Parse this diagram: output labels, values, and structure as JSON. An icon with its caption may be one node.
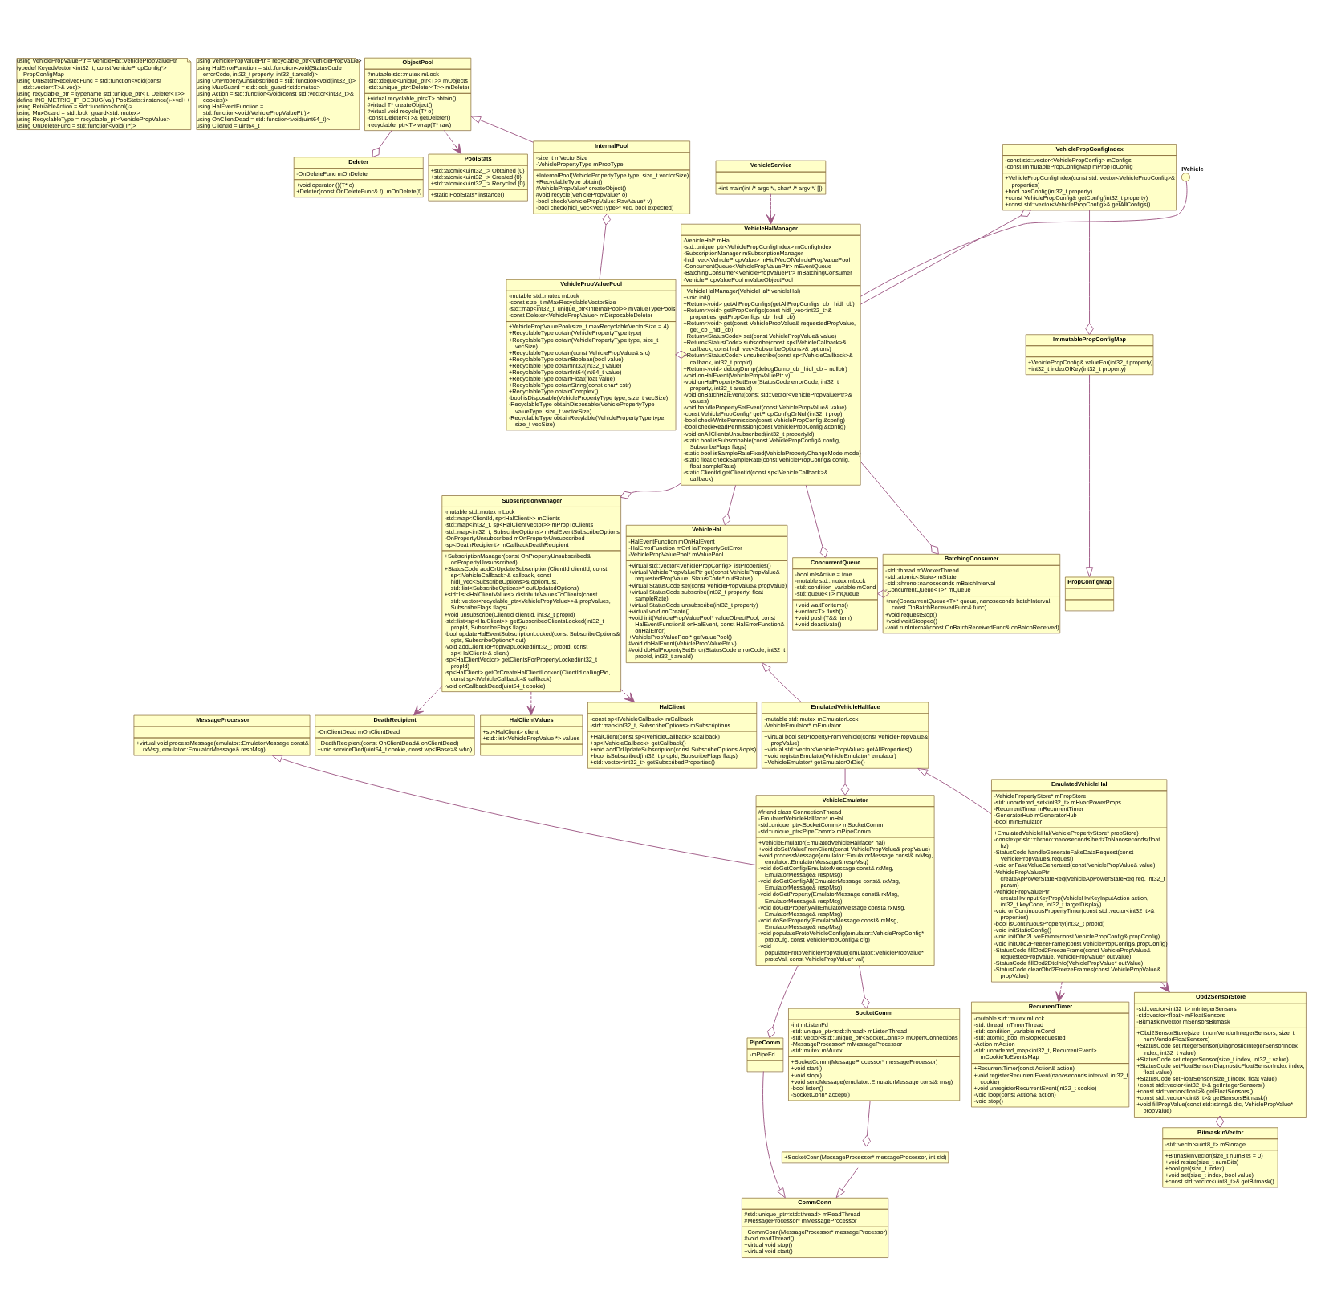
{
  "diagram": {
    "nodes": [
      {
        "text": [
          "using VehiclePropValuePtr = VehicleHal::VehiclePropValuePtr",
          "typedef KeyedVector <int32_t, const VehiclePropConfig*> PropConfigMap",
          "using OnBatchReceivedFunc = std::function<void(const std::vector<T>& vec)>",
          "using recyclable_ptr = typename std::unique_ptr<T, Deleter<T>>",
          "define INC_METRIC_IF_DEBUG(val) PoolStats::instance()->val++",
          "using RetriableAction = std::function<bool()>",
          "using MuxGuard = std::lock_guard<std::mutex>",
          "using RecyclableType = recyclable_ptr<VehiclePropValue>",
          "using OnDeleteFunc = std::function<void(T*)>"
        ]
      },
      {
        "text": [
          "using VehiclePropValuePtr = recyclable_ptr<VehiclePropValue>",
          "using HalErrorFunction = std::function<void(StatusCode errorCode, int32_t property, int32_t areaId)>",
          "using OnPropertyUnsubscribed = std::function<void(int32_t)>",
          "using MuxGuard = std::lock_guard<std::mutex>",
          "using Action = std::function<void(const std::vector<int32_t>& cookies)>",
          "using HalEventFunction = std::function<void(VehiclePropValuePtr)>",
          "using OnClientDead = std::function<void(uint64_t)>",
          "using ClientId = uint64_t"
        ]
      },
      {
        "text": [
          "ObjectPool",
          "#mutable std::mutex mLock",
          "-std::deque<unique_ptr<T>> mObjects",
          "-std::unique_ptr<Deleter<T>> mDeleter",
          "+virtual recyclable_ptr<T> obtain()",
          "#virtual T* createObject()",
          "#virtual void recycle(T* o)",
          "-const Deleter<T>& getDeleter()",
          "-recyclable_ptr<T> wrap(T* raw)"
        ]
      },
      {
        "text": [
          "Deleter",
          "-OnDeleteFunc mOnDelete",
          "+void operator ()(T* o)",
          "+Deleter(const OnDeleteFunc& f): mOnDelete(f)"
        ]
      },
      {
        "text": [
          "VehicleService",
          "+int main(int /* argc */, char* /* argv */ [])"
        ]
      },
      {
        "text": [
          "IVehicle"
        ]
      },
      {
        "text": [
          "VehiclePropConfigIndex",
          "-const std::vector<VehiclePropConfig> mConfigs",
          "-const ImmutablePropConfigMap mPropToConfig",
          "+VehiclePropConfigIndex(const std::vector<VehiclePropConfig>& properties)",
          "+bool hasConfig(int32_t property)",
          "+const VehiclePropConfig& getConfig(int32_t property)",
          "+const std::vector<VehiclePropConfig>& getAllConfigs()"
        ]
      },
      {
        "text": [
          "InternalPool",
          "-size_t mVectorSize",
          "-VehiclePropertyType mPropType",
          "+InternalPool(VehiclePropertyType type, size_t vectorSize)",
          "+RecyclableType obtain()",
          "#VehiclePropValue* createObject()",
          "#void recycle(VehiclePropValue* o)",
          "-bool check(VehiclePropValue::RawValue* v)",
          "-bool check(hidl_vec<VecType>* vec, bool expected)"
        ]
      },
      {
        "text": [
          "PoolStats",
          "+std::atomic<uint32_t> Obtained {0}",
          "+std::atomic<uint32_t> Created {0}",
          "+std::atomic<uint32_t> Recycled {0}",
          "+static PoolStats* instance()"
        ]
      },
      {
        "text": [
          "ImmutablePropConfigMap",
          "+VehiclePropConfig& valueFor(int32_t property)",
          "+int32_t indexOfKey(int32_t property)"
        ]
      },
      {
        "text": [
          "PropConfigMap"
        ]
      },
      {
        "text": [
          "VehicleHalManager",
          "-VehicleHal* mHal",
          "-std::unique_ptr<VehiclePropConfigIndex> mConfigIndex",
          "-SubscriptionManager mSubscriptionManager",
          "-hidl_vec<VehiclePropValue> mHidlVecOfVehiclePropValuePool",
          "-ConcurrentQueue<VehiclePropValuePtr> mEventQueue",
          "-BatchingConsumer<VehiclePropValuePtr> mBatchingConsumer",
          "-VehiclePropValuePool mValueObjectPool",
          "+VehicleHalManager(VehicleHal* vehicleHal)",
          "+void init()",
          "+Return<void> getAllPropConfigs(getAllPropConfigs_cb _hidl_cb)",
          "+Return<void> getPropConfigs(const hidl_vec<int32_t>& properties, getPropConfigs_cb _hidl_cb)",
          "+Return<void> get(const VehiclePropValue& requestedPropValue, get_cb _hidl_cb)",
          "+Return<StatusCode> set(const VehiclePropValue& value)",
          "+Return<StatusCode> subscribe(const sp<IVehicleCallback>& callback, const hidl_vec<SubscribeOptions>& options)",
          "+Return<StatusCode> unsubscribe(const sp<IVehicleCallback>& callback, int32_t propId)",
          "+Return<void> debugDump(debugDump_cb _hidl_cb = nullptr)",
          "-void onHalEvent(VehiclePropValuePtr v)",
          "-void onHalPropertySetError(StatusCode errorCode, int32_t property, int32_t areaId)",
          "-void onBatchHalEvent(const std::vector<VehiclePropValuePtr>& values)",
          "-void handlePropertySetEvent(const VehiclePropValue& value)",
          "-const VehiclePropConfig* getPropConfigOrNull(int32_t prop)",
          "-bool checkWritePermission(const VehiclePropConfig &config)",
          "-bool checkReadPermission(const VehiclePropConfig &config)",
          "-void onAllClientsUnsubscribed(int32_t propertyId)",
          "-static bool isSubscribable(const VehiclePropConfig& config, SubscribeFlags flags)",
          "-static bool isSampleRateFixed(VehiclePropertyChangeMode mode)",
          "-static float checkSampleRate(const VehiclePropConfig& config, float sampleRate)",
          "-static ClientId getClientId(const sp<IVehicleCallback>& callback)"
        ]
      },
      {
        "text": [
          "ConcurrentQueue",
          "-bool mIsActive = true",
          "-mutable std::mutex mLock",
          "-std::condition_variable mCond",
          "-std::queue<T> mQueue",
          "+void waitForItems()",
          "+vector<T> flush()",
          "+void push(T&& item)",
          "+void deactivate()"
        ]
      },
      {
        "text": [
          "VehiclePropValuePool",
          "-mutable std::mutex mLock",
          "-const size_t mMaxRecyclableVectorSize",
          "-std::map<int32_t, unique_ptr<InternalPool>> mValueTypePools",
          "-const Deleter<VehiclePropValue> mDisposableDeleter",
          "+VehiclePropValuePool(size_t maxRecyclableVectorSize = 4)",
          "+RecyclableType obtain(VehiclePropertyType type)",
          "+RecyclableType obtain(VehiclePropertyType type, size_t vecSize)",
          "+RecyclableType obtain(const VehiclePropValue& src)",
          "+RecyclableType obtainBoolean(bool value)",
          "+RecyclableType obtainInt32(int32_t value)",
          "+RecyclableType obtainInt64(int64_t value)",
          "+RecyclableType obtainFloat(float value)",
          "+RecyclableType obtainString(const char* cstr)",
          "+RecyclableType obtainComplex()",
          "-bool isDisposable(VehiclePropertyType type, size_t vecSize)",
          "-RecyclableType obtainDisposable(VehiclePropertyType valueType, size_t vectorSize)",
          "-RecyclableType obtainRecylable(VehiclePropertyType type, size_t vecSize)"
        ]
      },
      {
        "text": [
          "BatchingConsumer",
          "-std::thread mWorkerThread",
          "-std::atomic<State> mState",
          "-std::chrono::nanoseconds mBatchInterval",
          "-ConcurrentQueue<T>* mQueue",
          "+run(ConcurrentQueue<T>* queue, nanoseconds batchInterval, const OnBatchReceivedFunc& func)",
          "+void requestStop()",
          "+void waitStopped()",
          "-void runInternal(const OnBatchReceivedFunc& onBatchReceived)"
        ]
      },
      {
        "text": [
          "SubscriptionManager",
          "-mutable std::mutex mLock",
          "-std::map<ClientId, sp<HalClient>> mClients",
          "-std::map<int32_t, sp<HalClientVector>> mPropToClients",
          "-std::map<int32_t, SubscribeOptions> mHalEventSubscribeOptions",
          "-OnPropertyUnsubscribed mOnPropertyUnsubscribed",
          "-sp<DeathRecipient> mCallbackDeathRecipient",
          "+SubscriptionManager(const OnPropertyUnsubscribed& onPropertyUnsubscribed)",
          "+StatusCode addOrUpdateSubscription(ClientId clientId, const sp<IVehicleCallback>& callback, const hidl_vec<SubscribeOptions>& optionList, std::list<SubscribeOptions>* outUpdatedOptions)",
          "+std::list<HalClientValues> distributeValuesToClients(const std::vector<recyclable_ptr<VehiclePropValue>>& propValues, SubscribeFlags flags)",
          "+void unsubscribe(ClientId clientId, int32_t propId)",
          "-std::list<sp<HalClient>> getSubscribedClientsLocked(int32_t propId, SubscribeFlags flags)",
          "-bool updateHalEventSubscriptionLocked(const SubscribeOptions& opts, SubscribeOptions* out)",
          "-void addClientToPropMapLocked(int32_t propId, const sp<HalClient>& client)",
          "-sp<HalClientVector> getClientsForPropertyLocked(int32_t propId)",
          "-sp<HalClient> getOrCreateHalClientLocked(ClientId callingPid, const sp<IVehicleCallback>& callback)",
          "-void onCallbackDead(uint64_t cookie)"
        ]
      },
      {
        "text": [
          "VehicleHal",
          "-HalEventFunction mOnHalEvent",
          "-HalErrorFunction mOnHalPropertySetError",
          "-VehiclePropValuePool* mValuePool",
          "+virtual std::vector<VehiclePropConfig> listProperties()",
          "+virtual VehiclePropValuePtr get(const VehiclePropValue& requestedPropValue, StatusCode* outStatus)",
          "+virtual StatusCode set(const VehiclePropValue& propValue)",
          "+virtual StatusCode subscribe(int32_t property, float sampleRate)",
          "+virtual StatusCode unsubscribe(int32_t property)",
          "+virtual void onCreate()",
          "+void init(VehiclePropValuePool* valueObjectPool, const HalEventFunction& onHalEvent, const HalErrorFunction& onHalError)",
          "+VehiclePropValuePool* getValuePool()",
          "#void doHalEvent(VehiclePropValuePtr v)",
          "#void doHalPropertySetError(StatusCode errorCode, int32_t propId, int32_t areaId)"
        ]
      },
      {
        "text": [
          "DeathRecipient",
          "-OnClientDead mOnClientDead",
          "+DeathRecipient(const OnClientDead& onClientDead)",
          "+void serviceDied(uint64_t cookie, const wp<IBase>& who)"
        ]
      },
      {
        "text": [
          "HalClientValues",
          "+sp<HalClient> client",
          "+std::list<VehiclePropValue *> values"
        ]
      },
      {
        "text": [
          "HalClient",
          "-const sp<IVehicleCallback> mCallback",
          "-std::map<int32_t, SubscribeOptions> mSubscriptions",
          "+HalClient(const sp<IVehicleCallback> &callback)",
          "+sp<IVehicleCallback> getCallback()",
          "+void addOrUpdateSubscription(const SubscribeOptions &opts)",
          "+bool isSubscribed(int32_t propId, SubscribeFlags flags)",
          "+std::vector<int32_t> getSubscribedProperties()"
        ]
      },
      {
        "text": [
          "MessageProcessor",
          "+virtual void processMessage(emulator::EmulatorMessage const& rxMsg, emulator::EmulatorMessage& respMsg)"
        ]
      },
      {
        "text": [
          "EmulatedVehicleHalIface",
          "-mutable std::mutex mEmulatorLock",
          "-VehicleEmulator* mEmulator",
          "+virtual bool setPropertyFromVehicle(const VehiclePropValue& propValue)",
          "+virtual std::vector<VehiclePropValue> getAllProperties()",
          "+void registerEmulator(VehicleEmulator* emulator)",
          "+VehicleEmulator* getEmulatorOrDie()"
        ]
      },
      {
        "text": [
          "RecurrentTimer",
          "-mutable std::mutex mLock",
          "-std::thread mTimerThread",
          "-std::condition_variable mCond",
          "-std::atomic_bool mStopRequested",
          "-Action mAction",
          "-std::unordered_map<int32_t, RecurrentEvent> mCookieToEventsMap",
          "+RecurrentTimer(const Action& action)",
          "+void registerRecurrentEvent(nanoseconds interval, int32_t cookie)",
          "+void unregisterRecurrentEvent(int32_t cookie)",
          "-void loop(const Action& action)",
          "-void stop()"
        ]
      },
      {
        "text": [
          "EmulatedVehicleHal",
          "-VehiclePropertyStore* mPropStore",
          "-std::unordered_set<int32_t> mHvacPowerProps",
          "-RecurrentTimer mRecurrentTimer",
          "-GeneratorHub mGeneratorHub",
          "-bool mInEmulator",
          "+EmulatedVehicleHal(VehiclePropertyStore* propStore)",
          "-constexpr std::chrono::nanoseconds hertzToNanoseconds(float hz)",
          "-StatusCode handleGenerateFakeDataRequest(const VehiclePropValue& request)",
          "-void onFakeValueGenerated(const VehiclePropValue& value)",
          "-VehiclePropValuePtr createApPowerStateReq(VehicleApPowerStateReq req, int32_t param)",
          "-VehiclePropValuePtr createHwInputKeyProp(VehicleHwKeyInputAction action, int32_t keyCode, int32_t targetDisplay)",
          "-void onContinuousPropertyTimer(const std::vector<int32_t>& properties)",
          "-bool isContinuousProperty(int32_t propId)",
          "-void initStaticConfig()",
          "-void initObd2LiveFrame(const VehiclePropConfig& propConfig)",
          "-void initObd2FreezeFrame(const VehiclePropConfig& propConfig)",
          "-StatusCode fillObd2FreezeFrame(const VehiclePropValue& requestedPropValue, VehiclePropValue* outValue)",
          "-StatusCode fillObd2DtcInfo(VehiclePropValue* outValue)",
          "-StatusCode clearObd2FreezeFrames(const VehiclePropValue& propValue)"
        ]
      },
      {
        "text": [
          "VehicleEmulator",
          "#friend class ConnectionThread",
          "-EmulatedVehicleHalIface* mHal",
          "-std::unique_ptr<SocketComm> mSocketComm",
          "-std::unique_ptr<PipeComm> mPipeComm",
          "+VehicleEmulator(EmulatedVehicleHalIface* hal)",
          "+void doSetValueFromClient(const VehiclePropValue& propValue)",
          "+void processMessage(emulator::EmulatorMessage const& rxMsg, emulator::EmulatorMessage& respMsg)",
          "-void doGetConfig(EmulatorMessage const& rxMsg, EmulatorMessage& respMsg)",
          "-void doGetConfigAll(EmulatorMessage const& rxMsg, EmulatorMessage& respMsg)",
          "-void doGetProperty(EmulatorMessage const& rxMsg, EmulatorMessage& respMsg)",
          "-void doGetPropertyAll(EmulatorMessage const& rxMsg, EmulatorMessage& respMsg)",
          "-void doSetProperty(EmulatorMessage const& rxMsg, EmulatorMessage& respMsg)",
          "-void populateProtoVehicleConfig(emulator::VehiclePropConfig* protoCfg, const VehiclePropConfig& cfg)",
          "-void populateProtoVehiclePropValue(emulator::VehiclePropValue* protoVal, const VehiclePropValue* val)"
        ]
      },
      {
        "text": [
          "PipeComm",
          "-mPipeFd"
        ]
      },
      {
        "text": [
          "SocketComm",
          "-int mListenFd",
          "-std::unique_ptr<std::thread> mListenThread",
          "-std::vector<std::unique_ptr<SocketConn>> mOpenConnections",
          "-MessageProcessor* mMessageProcessor",
          "-std::mutex mMutex",
          "+SocketComm(MessageProcessor* messageProcessor)",
          "+void start()",
          "+void stop()",
          "+void sendMessage(emulator::EmulatorMessage const& msg)",
          "-bool listen()",
          "-SocketConn* accept()"
        ]
      },
      {
        "text": [
          "BitmaskInVector",
          "-std::vector<uint8_t> mStorage",
          "+BitmaskInVector(size_t numBits = 0)",
          "+void resize(size_t numBits)",
          "+bool get(size_t index)",
          "+void set(size_t index, bool value)",
          "+const std::vector<uint8_t>& getBitmask()"
        ]
      },
      {
        "text": [
          "Obd2SensorStore",
          "-std::vector<int32_t> mIntegerSensors",
          "-std::vector<float> mFloatSensors",
          "-BitmaskInVector mSensorsBitmask",
          "+Obd2SensorStore(size_t numVendorIntegerSensors, size_t numVendorFloatSensors)",
          "+StatusCode setIntegerSensor(DiagnosticIntegerSensorIndex index, int32_t value)",
          "+StatusCode setIntegerSensor(size_t index, int32_t value)",
          "+StatusCode setFloatSensor(DiagnosticFloatSensorIndex index, float value)",
          "+StatusCode setFloatSensor(size_t index, float value)",
          "+const std::vector<int32_t>& getIntegerSensors()",
          "+const std::vector<float>& getFloatSensors()",
          "+const std::vector<uint8_t>& getSensorsBitmask()",
          "+void fillPropValue(const std::string& dtc, VehiclePropValue* propValue)"
        ]
      },
      {
        "text": [
          "CommConn",
          "#std::unique_ptr<std::thread> mReadThread",
          "#MessageProcessor* mMessageProcessor",
          "+CommConn(MessageProcessor* messageProcessor)",
          "#void readThread()",
          "+virtual void stop()",
          "+virtual void start()"
        ]
      },
      {
        "text": [
          "+SocketConn(MessageProcessor* messageProcessor, int sfd)"
        ]
      }
    ],
    "edges": [
      {
        "from": 2,
        "to": 3,
        "arrow": "other"
      },
      {
        "from": 2,
        "to": 8,
        "arrow": "to",
        "style": "dashed"
      },
      {
        "from": 7,
        "to": 2,
        "arrow": "to"
      },
      {
        "from": 13,
        "to": 7,
        "arrow": "other"
      },
      {
        "from": 11,
        "to": 13,
        "arrow": "other"
      },
      {
        "from": 4,
        "to": 11,
        "arrow": "to",
        "style": "dashed"
      },
      {
        "from": 11,
        "to": 5,
        "arrow": "none"
      },
      {
        "from": 11,
        "to": 6,
        "arrow": "other"
      },
      {
        "from": 6,
        "to": 9,
        "arrow": "other"
      },
      {
        "from": 9,
        "to": 10,
        "arrow": "to"
      },
      {
        "from": 11,
        "to": 12,
        "arrow": "other"
      },
      {
        "from": 11,
        "to": 14,
        "arrow": "other"
      },
      {
        "from": 14,
        "to": 12,
        "arrow": "other"
      },
      {
        "from": 11,
        "to": 15,
        "arrow": "other"
      },
      {
        "from": 11,
        "to": 16,
        "arrow": "other"
      },
      {
        "from": 15,
        "to": 17,
        "arrow": "to",
        "style": "dashed"
      },
      {
        "from": 15,
        "to": 18,
        "arrow": "to",
        "style": "dashed"
      },
      {
        "from": 15,
        "to": 19,
        "arrow": "to",
        "style": "dashed"
      },
      {
        "from": 21,
        "to": 16,
        "arrow": "to"
      },
      {
        "from": 24,
        "to": 20,
        "arrow": "to"
      },
      {
        "from": 23,
        "to": 21,
        "arrow": "to"
      },
      {
        "from": 21,
        "to": 24,
        "arrow": "other"
      },
      {
        "from": 23,
        "to": 22,
        "arrow": "to",
        "style": "dashed"
      },
      {
        "from": 23,
        "to": 28,
        "arrow": "to",
        "style": "dashed"
      },
      {
        "from": 28,
        "to": 27,
        "arrow": "other"
      },
      {
        "from": 24,
        "to": 25,
        "arrow": "other"
      },
      {
        "from": 24,
        "to": 26,
        "arrow": "other"
      },
      {
        "from": 25,
        "to": 29,
        "arrow": "to"
      },
      {
        "from": 26,
        "to": 30,
        "arrow": "other"
      },
      {
        "from": 30,
        "to": 29,
        "arrow": "to"
      }
    ]
  }
}
